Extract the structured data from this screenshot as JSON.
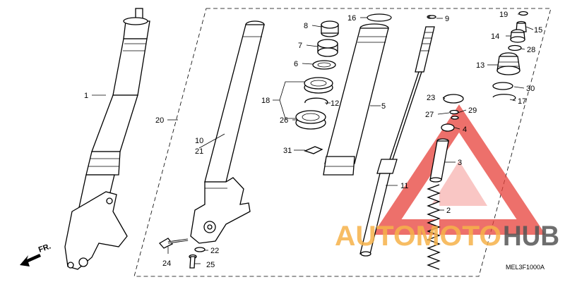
{
  "diagram": {
    "code": "MEL3F1000A",
    "direction_label": "FR.",
    "callouts": [
      "1",
      "2",
      "3",
      "4",
      "5",
      "6",
      "7",
      "8",
      "9",
      "10",
      "11",
      "12",
      "13",
      "14",
      "15",
      "16",
      "17",
      "18",
      "19",
      "20",
      "21",
      "22",
      "23",
      "24",
      "25",
      "26",
      "27",
      "28",
      "29",
      "30",
      "31"
    ]
  },
  "watermark": {
    "part1": "AUTOMOTO",
    "part2": "HUB",
    "color_primary": "#e8413a",
    "color_accent": "#f6b24a",
    "color_dark": "#555555"
  }
}
